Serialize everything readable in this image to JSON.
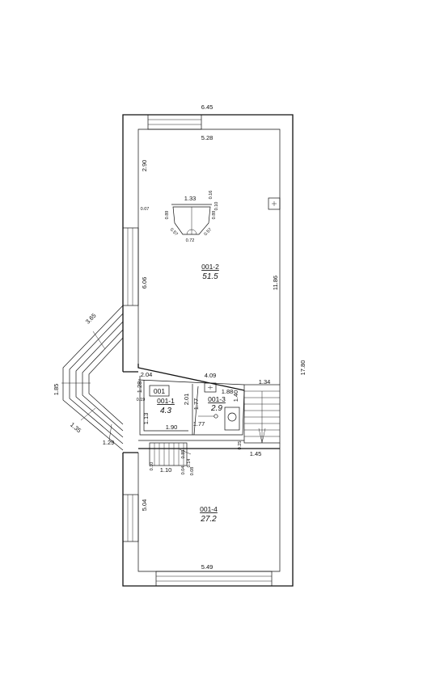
{
  "rooms": [
    {
      "id": "001-2",
      "area": "51.5"
    },
    {
      "id": "001-1",
      "area": "4.3"
    },
    {
      "id": "001-3",
      "area": "2.9"
    },
    {
      "id": "001-4",
      "area": "27.2"
    }
  ],
  "room_tag": "001",
  "dimensions": {
    "top_outer": "6.45",
    "top_inner": "5.28",
    "right_total": "17.80",
    "room2_height": "11.86",
    "left_upper": "2.90",
    "left_mid": "6.06",
    "stair_diag_upper": "3.65",
    "stair_left": "1.85",
    "stair_diag_lower": "1.35",
    "stair_bottom": "1.29",
    "room1_top": "2.04",
    "room1_left_a": "1.28",
    "room1_left_b": "1.13",
    "room1_bottom": "1.90",
    "room1_right": "2.01",
    "room1_small": "0.19",
    "room3_top": "4.09",
    "room3_a": "1.77",
    "room3_b": "1.88",
    "room3_c": "1.40",
    "room3_d": "1.77",
    "stair_right_top": "1.34",
    "stair_right_bottom": "1.45",
    "stair_right_small": "0.25",
    "room4_left": "5.04",
    "room4_bottom": "5.49",
    "lower_stair_w": "1.10",
    "lower_small_1": "0.10",
    "lower_small_2": "0.14",
    "lower_small_3": "0.08",
    "lower_small_4": "0.04",
    "lower_small_5": "0.85",
    "fp_top": "1.33",
    "fp_left": "0.89",
    "fp_right": "0.89",
    "fp_small_top": "0.16",
    "fp_small_top2": "0.10",
    "fp_small_left": "0.07",
    "fp_bl": "0.57",
    "fp_br": "0.57",
    "fp_bottom": "0.72"
  }
}
